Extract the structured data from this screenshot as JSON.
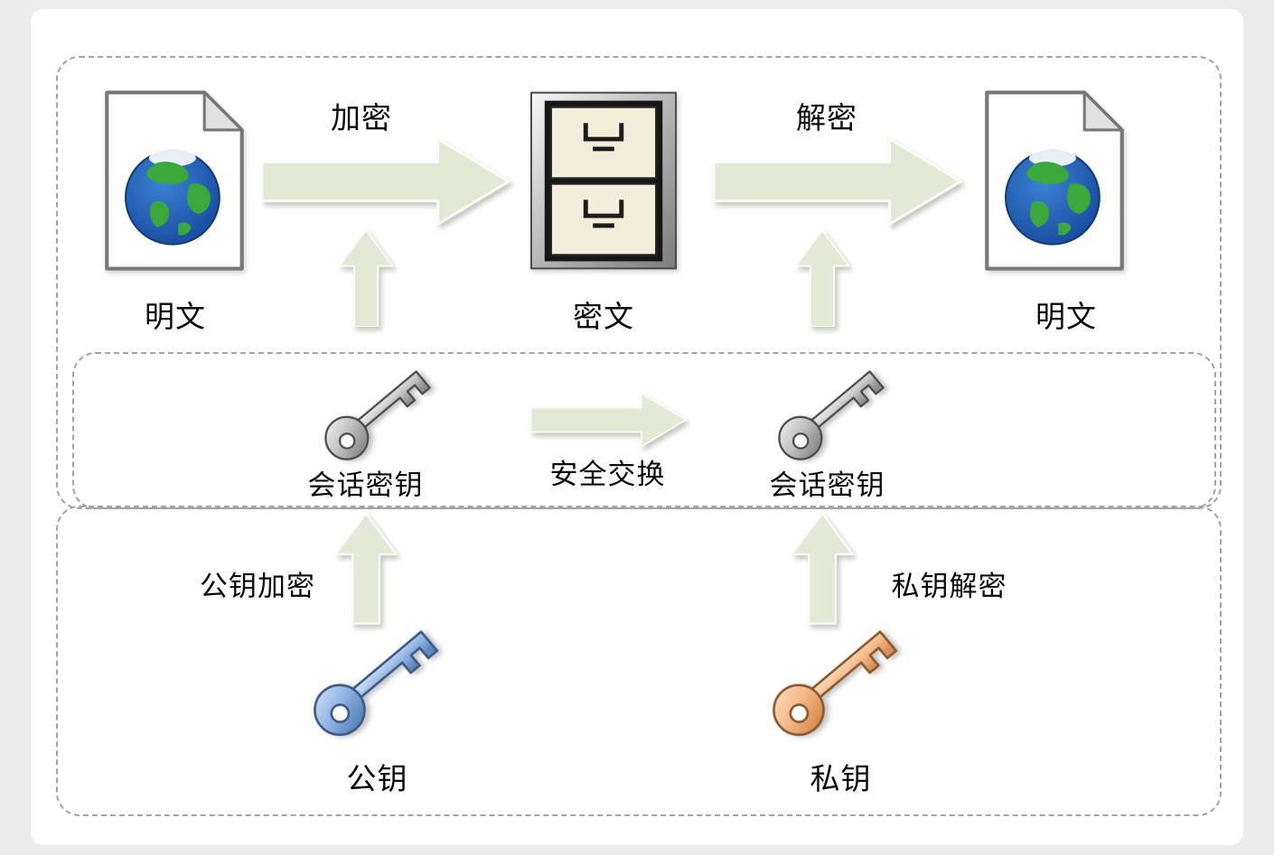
{
  "labels": {
    "plaintext_left": "明文",
    "encrypt": "加密",
    "ciphertext": "密文",
    "decrypt": "解密",
    "plaintext_right": "明文",
    "session_key_left": "会话密钥",
    "secure_exchange": "安全交换",
    "session_key_right": "会话密钥",
    "public_key_encrypt": "公钥加密",
    "public_key": "公钥",
    "private_key_decrypt": "私钥解密",
    "private_key": "私钥"
  },
  "icons": {
    "document_left": "document-globe-icon",
    "cabinet": "file-cabinet-icon",
    "document_right": "document-globe-icon",
    "session_key_left": "gray-key-icon",
    "session_key_right": "gray-key-icon",
    "public_key": "blue-key-icon",
    "private_key": "orange-key-icon"
  },
  "colors": {
    "arrow_fill": "#e3e9d4",
    "arrow_outline": "#fbfcf7",
    "dashed_border": "#a3a3a3",
    "key_gray": "#c9c9c9",
    "key_blue": "#8fb4e3",
    "key_orange": "#f4b988",
    "page_background": "#edecec",
    "panel_background": "#ffffff"
  }
}
